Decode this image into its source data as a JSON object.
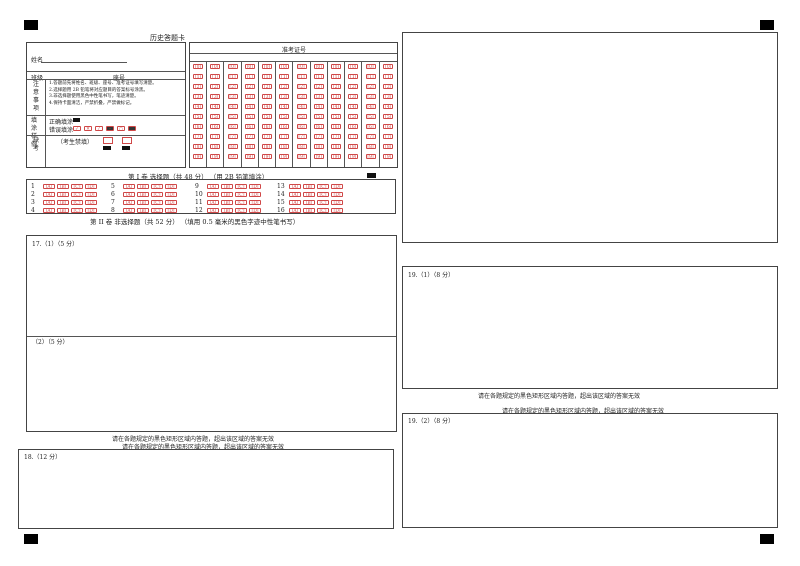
{
  "card_title": "历史答题卡",
  "fields": {
    "name": "姓名",
    "class": "班级",
    "seat": "座号"
  },
  "admission_label": "准考证号",
  "notice_label": "注意事项",
  "notice_lines": [
    "1.答题前先将姓名、班级、座号、准考证号填写清楚。",
    "2.选择题用 2B 铅笔将对应题目的答案标号涂黑。",
    "3.非选择题使用黑色中性笔书写，笔迹清楚。",
    "4.保持卡面清洁，严禁折叠，严禁做标记。"
  ],
  "fill_example_label": "填涂样例",
  "correct_fill": "正确填涂",
  "wrong_fill": "错误填涂",
  "absent_label": "缺考",
  "absent_note": "（考生禁填）",
  "digits": [
    "0",
    "1",
    "2",
    "3",
    "4",
    "5",
    "6",
    "7",
    "8",
    "9"
  ],
  "section1": "第 I 卷    选择题（共 48 分）    （用 2B 铅笔填涂）",
  "section2": "第 II 卷    非选择题（共 52 分）    （填用 0.5 毫米的黑色字迹中性笔书写）",
  "options": [
    "A",
    "B",
    "C",
    "D"
  ],
  "question_groups": [
    [
      "1",
      "2",
      "3",
      "4"
    ],
    [
      "5",
      "6",
      "7",
      "8"
    ],
    [
      "9",
      "10",
      "11",
      "12"
    ],
    [
      "13",
      "14",
      "15",
      "16"
    ]
  ],
  "q17_label": "17.（1）（5 分）",
  "q17_part2": "（2）（5 分）",
  "q18_label": "18.（12 分）",
  "q19_1_label": "19.（1）（8 分）",
  "q19_2_label": "19.（2）（8 分）",
  "warning": "请在各题规定的黑色矩形区域内答题，超出该区域的答案无效"
}
